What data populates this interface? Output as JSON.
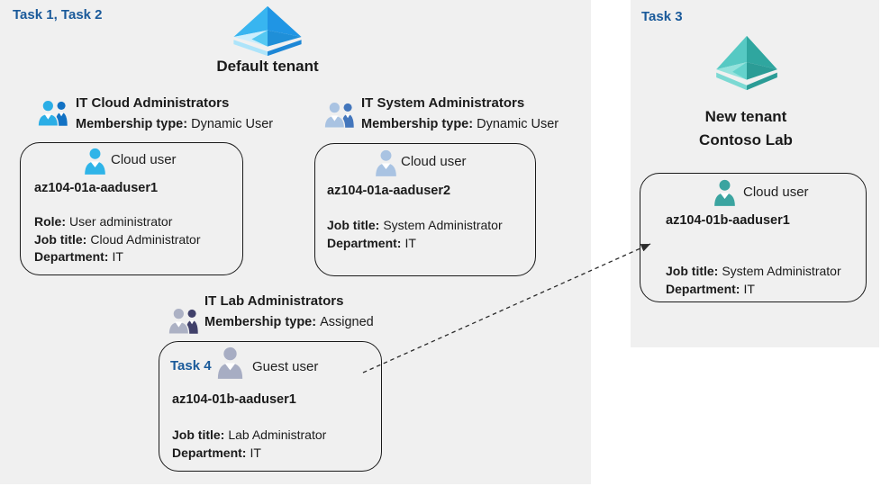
{
  "left_region": {
    "task_label": "Task 1, Task 2",
    "tenant_title": "Default tenant",
    "groups": [
      {
        "name": "IT Cloud Administrators",
        "membership_label": "Membership type:",
        "membership_value": "Dynamic User"
      },
      {
        "name": "IT System Administrators",
        "membership_label": "Membership type:",
        "membership_value": "Dynamic User"
      },
      {
        "name": "IT Lab Administrators",
        "membership_label": "Membership type:",
        "membership_value": "Assigned"
      }
    ],
    "cards": [
      {
        "type_label": "Cloud user",
        "name": "az104-01a-aaduser1",
        "attributes": [
          {
            "label": "Role:",
            "value": "User administrator"
          },
          {
            "label": "Job title:",
            "value": "Cloud Administrator"
          },
          {
            "label": "Department:",
            "value": "IT"
          }
        ]
      },
      {
        "type_label": "Cloud user",
        "name": "az104-01a-aaduser2",
        "attributes": [
          {
            "label": "Job title:",
            "value": "System Administrator"
          },
          {
            "label": "Department:",
            "value": "IT"
          }
        ]
      },
      {
        "task_label": "Task 4",
        "type_label": "Guest user",
        "name": "az104-01b-aaduser1",
        "attributes": [
          {
            "label": "Job title:",
            "value": "Lab Administrator"
          },
          {
            "label": "Department:",
            "value": "IT"
          }
        ]
      }
    ]
  },
  "right_region": {
    "task_label": "Task 3",
    "tenant_title_line1": "New tenant",
    "tenant_title_line2": "Contoso Lab",
    "card": {
      "type_label": "Cloud user",
      "name": "az104-01b-aaduser1",
      "attributes": [
        {
          "label": "Job title:",
          "value": "System Administrator"
        },
        {
          "label": "Department:",
          "value": "IT"
        }
      ]
    }
  },
  "colors": {
    "task_label_text": "#1A5A9A",
    "panel_background": "#F0F0F0",
    "card_border": "#1A1A1A",
    "arrow": "#2B2B2B",
    "tenant_blue": {
      "face_ul": "#38B5F0",
      "face_ur": "#2095E4",
      "face_lr": "#1F8FD8",
      "face_ll": "#CDEEFC",
      "face_mid": "#55C8F2",
      "rim_left": "#ADE4FA",
      "rim_right": "#1D87D6"
    },
    "tenant_teal": {
      "face_ul": "#56C9C3",
      "face_ur": "#2FA69F",
      "face_lr": "#2B9C96",
      "face_ll": "#93E2DC",
      "face_mid": "#64D2CC",
      "rim_left": "#7CD9D3",
      "rim_right": "#2B9C96"
    },
    "group_cloud": {
      "front": "#2BAEE6",
      "back": "#1272C4"
    },
    "group_system": {
      "front": "#A9C3E2",
      "back": "#4376BC"
    },
    "group_lab": {
      "front": "#ACB1C4",
      "back": "#40406A"
    },
    "user_cloud_1": "#2FB4E8",
    "user_cloud_2": "#A9C3E2",
    "user_guest": "#A7ADC3",
    "user_cloud_teal": "#3BA4A0"
  }
}
